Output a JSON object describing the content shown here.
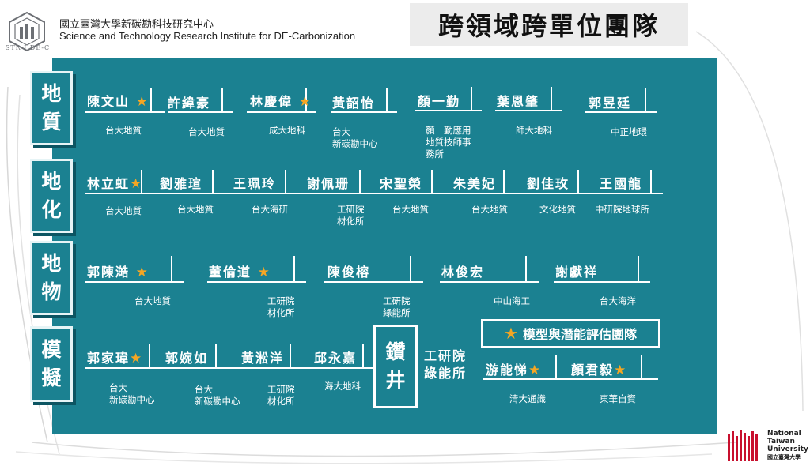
{
  "header": {
    "logo_text": "STR I DE-C",
    "institute_zh": "國立臺灣大學新碳勘科技研究中心",
    "institute_en": "Science and Technology Research Institute for DE-Carbonization",
    "title": "跨領域跨單位團隊"
  },
  "categories": {
    "geology": [
      "地",
      "質"
    ],
    "geochem": [
      "地",
      "化"
    ],
    "geophys": [
      "地",
      "物"
    ],
    "simulation": [
      "模",
      "擬"
    ]
  },
  "star_glyph": "★",
  "geology_members": [
    {
      "name": "陳文山",
      "star": true,
      "affiliation": "台大地質"
    },
    {
      "name": "許緯豪",
      "star": false,
      "affiliation": "台大地質"
    },
    {
      "name": "林慶偉",
      "star": true,
      "affiliation": "成大地科"
    },
    {
      "name": "黃韶怡",
      "star": false,
      "affiliation": "台大\n新碳勘中心"
    },
    {
      "name": "顏一勤",
      "star": false,
      "affiliation": "顏一勤應用\n地質技師事\n務所"
    },
    {
      "name": "葉恩肇",
      "star": false,
      "affiliation": "師大地科"
    },
    {
      "name": "郭昱廷",
      "star": false,
      "affiliation": "中正地環"
    }
  ],
  "geochem_members": [
    {
      "name": "林立虹",
      "star": true,
      "affiliation": "台大地質"
    },
    {
      "name": "劉雅瑄",
      "star": false,
      "affiliation": "台大地質"
    },
    {
      "name": "王珮玲",
      "star": false,
      "affiliation": "台大海研"
    },
    {
      "name": "謝佩珊",
      "star": false,
      "affiliation": "工研院\n材化所"
    },
    {
      "name": "宋聖榮",
      "star": false,
      "affiliation": "台大地質"
    },
    {
      "name": "朱美妃",
      "star": false,
      "affiliation": "台大地質"
    },
    {
      "name": "劉佳玫",
      "star": false,
      "affiliation": "文化地質"
    },
    {
      "name": "王國龍",
      "star": false,
      "affiliation": "中研院地球所"
    }
  ],
  "geophys_members": [
    {
      "name": "郭陳澔",
      "star": true,
      "affiliation": "台大地質"
    },
    {
      "name": "董倫道",
      "star": true,
      "affiliation": "工研院\n材化所"
    },
    {
      "name": "陳俊榕",
      "star": false,
      "affiliation": "工研院\n綠能所"
    },
    {
      "name": "林俊宏",
      "star": false,
      "affiliation": "中山海工"
    },
    {
      "name": "謝獻祥",
      "star": false,
      "affiliation": "台大海洋"
    }
  ],
  "simulation_members": [
    {
      "name": "郭家瑋",
      "star": true,
      "affiliation": "台大\n新碳勘中心"
    },
    {
      "name": "郭婉如",
      "star": false,
      "affiliation": "台大\n新碳勘中心"
    },
    {
      "name": "黃淞洋",
      "star": false,
      "affiliation": "工研院\n材化所"
    },
    {
      "name": "邱永嘉",
      "star": false,
      "affiliation": "海大地科"
    }
  ],
  "drilling": {
    "chars": [
      "鑽",
      "井"
    ],
    "affiliation_line1": "工研院",
    "affiliation_line2": "綠能所"
  },
  "model_team": {
    "label": "模型與潛能評估團隊",
    "members": [
      {
        "name": "游能悌",
        "star": true,
        "affiliation": "清大通識"
      },
      {
        "name": "顏君毅",
        "star": true,
        "affiliation": "東華自資"
      }
    ]
  },
  "ntu": {
    "line1": "National",
    "line2": "Taiwan",
    "line3": "University",
    "line4": "國立臺灣大學"
  },
  "colors": {
    "panel": "#1b8191",
    "star": "#f5a623",
    "title_bg": "#ececec",
    "ntu_red": "#c8102e"
  }
}
